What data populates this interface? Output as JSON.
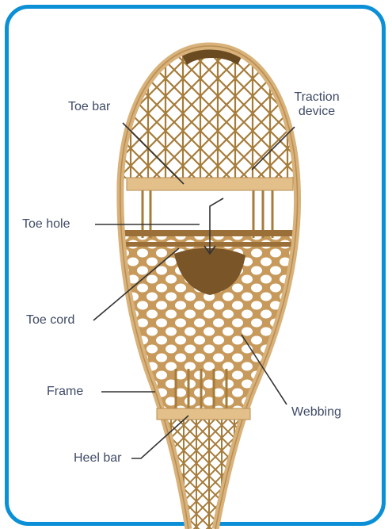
{
  "labels": {
    "toe_bar": "Toe bar",
    "traction_device_line1": "Traction",
    "traction_device_line2": "device",
    "toe_hole": "Toe hole",
    "toe_cord": "Toe cord",
    "frame": "Frame",
    "webbing": "Webbing",
    "heel_bar": "Heel bar"
  },
  "colors": {
    "border": "#0b8fd6",
    "wood_frame": "#d8b27a",
    "webbing": "#a67c3a",
    "label_text": "#3f4a66",
    "leader_line": "#333333"
  }
}
